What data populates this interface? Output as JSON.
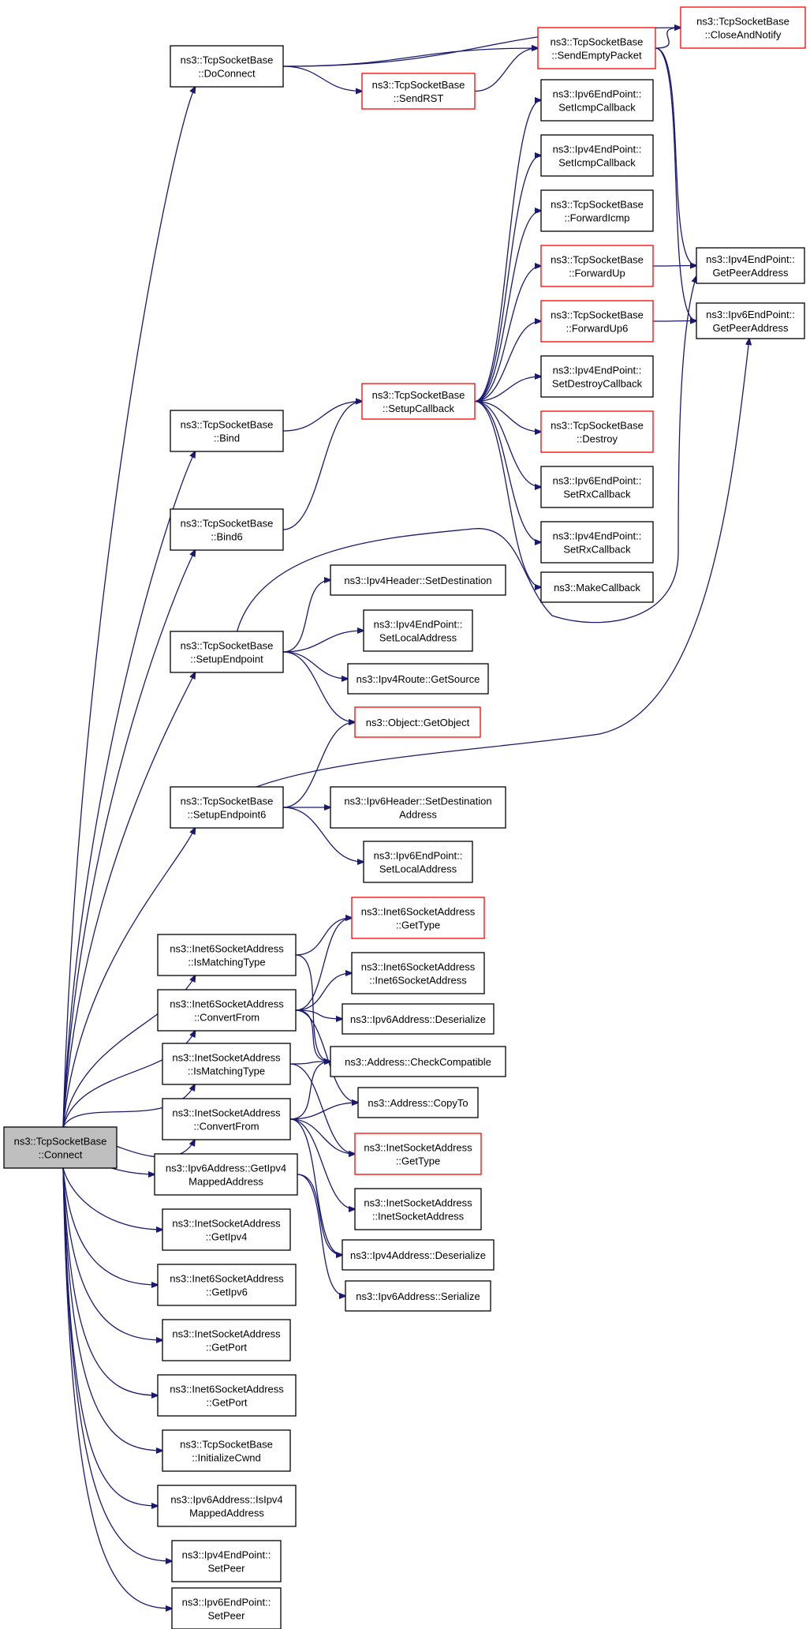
{
  "nodes": [
    {
      "id": "connect",
      "lines": [
        "ns3::TcpSocketBase",
        "::Connect"
      ],
      "style": "root"
    },
    {
      "id": "doconnect",
      "lines": [
        "ns3::TcpSocketBase",
        "::DoConnect"
      ],
      "style": "normal"
    },
    {
      "id": "closeandnotify",
      "lines": [
        "ns3::TcpSocketBase",
        "::CloseAndNotify"
      ],
      "style": "red"
    },
    {
      "id": "sendemptypacket",
      "lines": [
        "ns3::TcpSocketBase",
        "::SendEmptyPacket"
      ],
      "style": "red"
    },
    {
      "id": "sendrst",
      "lines": [
        "ns3::TcpSocketBase",
        "::SendRST"
      ],
      "style": "red"
    },
    {
      "id": "ipv6ep_seticmp",
      "lines": [
        "ns3::Ipv6EndPoint::",
        "SetIcmpCallback"
      ],
      "style": "normal"
    },
    {
      "id": "ipv4ep_seticmp",
      "lines": [
        "ns3::Ipv4EndPoint::",
        "SetIcmpCallback"
      ],
      "style": "normal"
    },
    {
      "id": "forwardicmp",
      "lines": [
        "ns3::TcpSocketBase",
        "::ForwardIcmp"
      ],
      "style": "normal"
    },
    {
      "id": "forwardup",
      "lines": [
        "ns3::TcpSocketBase",
        "::ForwardUp"
      ],
      "style": "red"
    },
    {
      "id": "ipv4ep_getpeer",
      "lines": [
        "ns3::Ipv4EndPoint::",
        "GetPeerAddress"
      ],
      "style": "normal"
    },
    {
      "id": "forwardup6",
      "lines": [
        "ns3::TcpSocketBase",
        "::ForwardUp6"
      ],
      "style": "red"
    },
    {
      "id": "ipv6ep_getpeer",
      "lines": [
        "ns3::Ipv6EndPoint::",
        "GetPeerAddress"
      ],
      "style": "normal"
    },
    {
      "id": "ipv4ep_setdestroy",
      "lines": [
        "ns3::Ipv4EndPoint::",
        "SetDestroyCallback"
      ],
      "style": "normal"
    },
    {
      "id": "bind",
      "lines": [
        "ns3::TcpSocketBase",
        "::Bind"
      ],
      "style": "normal"
    },
    {
      "id": "setupcallback",
      "lines": [
        "ns3::TcpSocketBase",
        "::SetupCallback"
      ],
      "style": "red"
    },
    {
      "id": "destroy",
      "lines": [
        "ns3::TcpSocketBase",
        "::Destroy"
      ],
      "style": "red"
    },
    {
      "id": "ipv6ep_setrx",
      "lines": [
        "ns3::Ipv6EndPoint::",
        "SetRxCallback"
      ],
      "style": "normal"
    },
    {
      "id": "bind6",
      "lines": [
        "ns3::TcpSocketBase",
        "::Bind6"
      ],
      "style": "normal"
    },
    {
      "id": "ipv4ep_setrx",
      "lines": [
        "ns3::Ipv4EndPoint::",
        "SetRxCallback"
      ],
      "style": "normal"
    },
    {
      "id": "makecallback",
      "lines": [
        "ns3::MakeCallback"
      ],
      "style": "normal"
    },
    {
      "id": "ipv4hdr_setdest",
      "lines": [
        "ns3::Ipv4Header::SetDestination"
      ],
      "style": "normal"
    },
    {
      "id": "setupendpoint",
      "lines": [
        "ns3::TcpSocketBase",
        "::SetupEndpoint"
      ],
      "style": "normal"
    },
    {
      "id": "ipv4ep_setlocal",
      "lines": [
        "ns3::Ipv4EndPoint::",
        "SetLocalAddress"
      ],
      "style": "normal"
    },
    {
      "id": "ipv4route_getsource",
      "lines": [
        "ns3::Ipv4Route::GetSource"
      ],
      "style": "normal"
    },
    {
      "id": "object_getobject",
      "lines": [
        "ns3::Object::GetObject"
      ],
      "style": "red"
    },
    {
      "id": "setupendpoint6",
      "lines": [
        "ns3::TcpSocketBase",
        "::SetupEndpoint6"
      ],
      "style": "normal"
    },
    {
      "id": "ipv6hdr_setdest",
      "lines": [
        "ns3::Ipv6Header::SetDestination",
        "Address"
      ],
      "style": "normal"
    },
    {
      "id": "ipv6ep_setlocal",
      "lines": [
        "ns3::Ipv6EndPoint::",
        "SetLocalAddress"
      ],
      "style": "normal"
    },
    {
      "id": "inet6_gettype",
      "lines": [
        "ns3::Inet6SocketAddress",
        "::GetType"
      ],
      "style": "red"
    },
    {
      "id": "inet6_ismatching",
      "lines": [
        "ns3::Inet6SocketAddress",
        "::IsMatchingType"
      ],
      "style": "normal"
    },
    {
      "id": "inet6_ctor",
      "lines": [
        "ns3::Inet6SocketAddress",
        "::Inet6SocketAddress"
      ],
      "style": "normal"
    },
    {
      "id": "inet6_convertfrom",
      "lines": [
        "ns3::Inet6SocketAddress",
        "::ConvertFrom"
      ],
      "style": "normal"
    },
    {
      "id": "ipv6addr_deserialize",
      "lines": [
        "ns3::Ipv6Address::Deserialize"
      ],
      "style": "normal"
    },
    {
      "id": "inet_ismatching",
      "lines": [
        "ns3::InetSocketAddress",
        "::IsMatchingType"
      ],
      "style": "normal"
    },
    {
      "id": "addr_checkcompat",
      "lines": [
        "ns3::Address::CheckCompatible"
      ],
      "style": "normal"
    },
    {
      "id": "inet_convertfrom",
      "lines": [
        "ns3::InetSocketAddress",
        "::ConvertFrom"
      ],
      "style": "normal"
    },
    {
      "id": "addr_copyto",
      "lines": [
        "ns3::Address::CopyTo"
      ],
      "style": "normal"
    },
    {
      "id": "inet_gettype",
      "lines": [
        "ns3::InetSocketAddress",
        "::GetType"
      ],
      "style": "red"
    },
    {
      "id": "ipv6addr_getipv4mapped",
      "lines": [
        "ns3::Ipv6Address::GetIpv4",
        "MappedAddress"
      ],
      "style": "normal"
    },
    {
      "id": "inet_ctor",
      "lines": [
        "ns3::InetSocketAddress",
        "::InetSocketAddress"
      ],
      "style": "normal"
    },
    {
      "id": "inet_getipv4",
      "lines": [
        "ns3::InetSocketAddress",
        "::GetIpv4"
      ],
      "style": "normal"
    },
    {
      "id": "ipv4addr_deserialize",
      "lines": [
        "ns3::Ipv4Address::Deserialize"
      ],
      "style": "normal"
    },
    {
      "id": "inet6_getipv6",
      "lines": [
        "ns3::Inet6SocketAddress",
        "::GetIpv6"
      ],
      "style": "normal"
    },
    {
      "id": "ipv6addr_serialize",
      "lines": [
        "ns3::Ipv6Address::Serialize"
      ],
      "style": "normal"
    },
    {
      "id": "inet_getport",
      "lines": [
        "ns3::InetSocketAddress",
        "::GetPort"
      ],
      "style": "normal"
    },
    {
      "id": "inet6_getport",
      "lines": [
        "ns3::Inet6SocketAddress",
        "::GetPort"
      ],
      "style": "normal"
    },
    {
      "id": "initializecwnd",
      "lines": [
        "ns3::TcpSocketBase",
        "::InitializeCwnd"
      ],
      "style": "normal"
    },
    {
      "id": "ipv6addr_isipv4mapped",
      "lines": [
        "ns3::Ipv6Address::IsIpv4",
        "MappedAddress"
      ],
      "style": "normal"
    },
    {
      "id": "ipv4ep_setpeer",
      "lines": [
        "ns3::Ipv4EndPoint::",
        "SetPeer"
      ],
      "style": "normal"
    },
    {
      "id": "ipv6ep_setpeer",
      "lines": [
        "ns3::Ipv6EndPoint::",
        "SetPeer"
      ],
      "style": "normal"
    }
  ],
  "edges": [
    {
      "from": "connect",
      "to": "doconnect"
    },
    {
      "from": "connect",
      "to": "bind"
    },
    {
      "from": "connect",
      "to": "bind6"
    },
    {
      "from": "connect",
      "to": "setupendpoint"
    },
    {
      "from": "connect",
      "to": "setupendpoint6"
    },
    {
      "from": "connect",
      "to": "inet6_ismatching"
    },
    {
      "from": "connect",
      "to": "inet6_convertfrom"
    },
    {
      "from": "connect",
      "to": "inet_ismatching"
    },
    {
      "from": "connect",
      "to": "inet_convertfrom"
    },
    {
      "from": "connect",
      "to": "ipv6addr_getipv4mapped"
    },
    {
      "from": "connect",
      "to": "inet_getipv4"
    },
    {
      "from": "connect",
      "to": "inet6_getipv6"
    },
    {
      "from": "connect",
      "to": "inet_getport"
    },
    {
      "from": "connect",
      "to": "inet6_getport"
    },
    {
      "from": "connect",
      "to": "initializecwnd"
    },
    {
      "from": "connect",
      "to": "ipv6addr_isipv4mapped"
    },
    {
      "from": "connect",
      "to": "ipv4ep_setpeer"
    },
    {
      "from": "connect",
      "to": "ipv6ep_setpeer"
    },
    {
      "from": "doconnect",
      "to": "closeandnotify"
    },
    {
      "from": "doconnect",
      "to": "sendemptypacket"
    },
    {
      "from": "doconnect",
      "to": "sendrst"
    },
    {
      "from": "sendrst",
      "to": "sendemptypacket"
    },
    {
      "from": "sendemptypacket",
      "to": "closeandnotify"
    },
    {
      "from": "sendemptypacket",
      "to": "ipv4ep_getpeer"
    },
    {
      "from": "sendemptypacket",
      "to": "ipv6ep_getpeer"
    },
    {
      "from": "forwardup",
      "to": "ipv4ep_getpeer"
    },
    {
      "from": "forwardup6",
      "to": "ipv6ep_getpeer"
    },
    {
      "from": "bind",
      "to": "setupcallback"
    },
    {
      "from": "bind6",
      "to": "setupcallback"
    },
    {
      "from": "setupcallback",
      "to": "ipv6ep_seticmp"
    },
    {
      "from": "setupcallback",
      "to": "ipv4ep_seticmp"
    },
    {
      "from": "setupcallback",
      "to": "forwardicmp"
    },
    {
      "from": "setupcallback",
      "to": "forwardup"
    },
    {
      "from": "setupcallback",
      "to": "forwardup6"
    },
    {
      "from": "setupcallback",
      "to": "ipv4ep_setdestroy"
    },
    {
      "from": "setupcallback",
      "to": "destroy"
    },
    {
      "from": "setupcallback",
      "to": "ipv6ep_setrx"
    },
    {
      "from": "setupcallback",
      "to": "ipv4ep_setrx"
    },
    {
      "from": "setupcallback",
      "to": "makecallback"
    },
    {
      "from": "setupendpoint",
      "to": "ipv4hdr_setdest"
    },
    {
      "from": "setupendpoint",
      "to": "ipv4ep_setlocal"
    },
    {
      "from": "setupendpoint",
      "to": "ipv4route_getsource"
    },
    {
      "from": "setupendpoint",
      "to": "object_getobject"
    },
    {
      "from": "setupendpoint",
      "to": "ipv4ep_getpeer"
    },
    {
      "from": "setupendpoint6",
      "to": "object_getobject"
    },
    {
      "from": "setupendpoint6",
      "to": "ipv6hdr_setdest"
    },
    {
      "from": "setupendpoint6",
      "to": "ipv6ep_setlocal"
    },
    {
      "from": "setupendpoint6",
      "to": "ipv6ep_getpeer"
    },
    {
      "from": "inet6_ismatching",
      "to": "inet6_gettype"
    },
    {
      "from": "inet6_ismatching",
      "to": "addr_checkcompat"
    },
    {
      "from": "inet6_convertfrom",
      "to": "inet6_gettype"
    },
    {
      "from": "inet6_convertfrom",
      "to": "inet6_ctor"
    },
    {
      "from": "inet6_convertfrom",
      "to": "ipv6addr_deserialize"
    },
    {
      "from": "inet6_convertfrom",
      "to": "addr_checkcompat"
    },
    {
      "from": "inet6_convertfrom",
      "to": "addr_copyto"
    },
    {
      "from": "inet_ismatching",
      "to": "addr_checkcompat"
    },
    {
      "from": "inet_ismatching",
      "to": "inet_gettype"
    },
    {
      "from": "inet_convertfrom",
      "to": "addr_checkcompat"
    },
    {
      "from": "inet_convertfrom",
      "to": "addr_copyto"
    },
    {
      "from": "inet_convertfrom",
      "to": "inet_gettype"
    },
    {
      "from": "inet_convertfrom",
      "to": "inet_ctor"
    },
    {
      "from": "inet_convertfrom",
      "to": "ipv4addr_deserialize"
    },
    {
      "from": "ipv6addr_getipv4mapped",
      "to": "ipv4addr_deserialize"
    },
    {
      "from": "ipv6addr_getipv4mapped",
      "to": "ipv6addr_serialize"
    }
  ]
}
